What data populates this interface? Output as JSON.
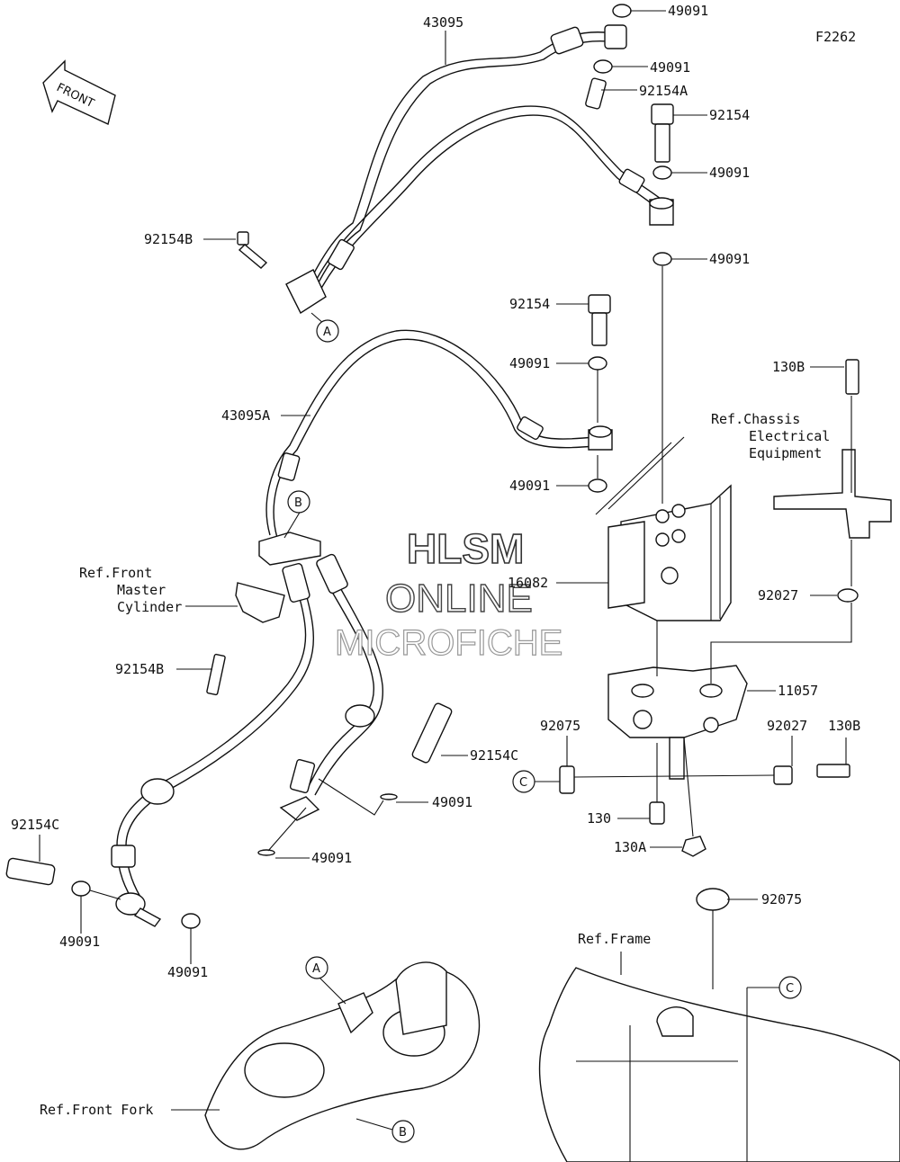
{
  "figure_code": "F2262",
  "front_label": "FRONT",
  "watermark": {
    "line1": "HLSM",
    "line2": "ONLINE",
    "line3": "MICROFICHE"
  },
  "parts": {
    "p43095": "43095",
    "p43095A": "43095A",
    "p16082": "16082",
    "p11057": "11057",
    "p92154": "92154",
    "p92154A": "92154A",
    "p92154B": "92154B",
    "p92154C": "92154C",
    "p49091": "49091",
    "p92027": "92027",
    "p92075": "92075",
    "p130": "130",
    "p130A": "130A",
    "p130B": "130B"
  },
  "refs": {
    "chassis_1": "Ref.Chassis",
    "chassis_2": "Electrical",
    "chassis_3": "Equipment",
    "master_1": "Ref.Front",
    "master_2": "Master",
    "master_3": "Cylinder",
    "frame": "Ref.Frame",
    "fork": "Ref.Front Fork"
  },
  "callouts": {
    "A": "A",
    "B": "B",
    "C": "C"
  }
}
